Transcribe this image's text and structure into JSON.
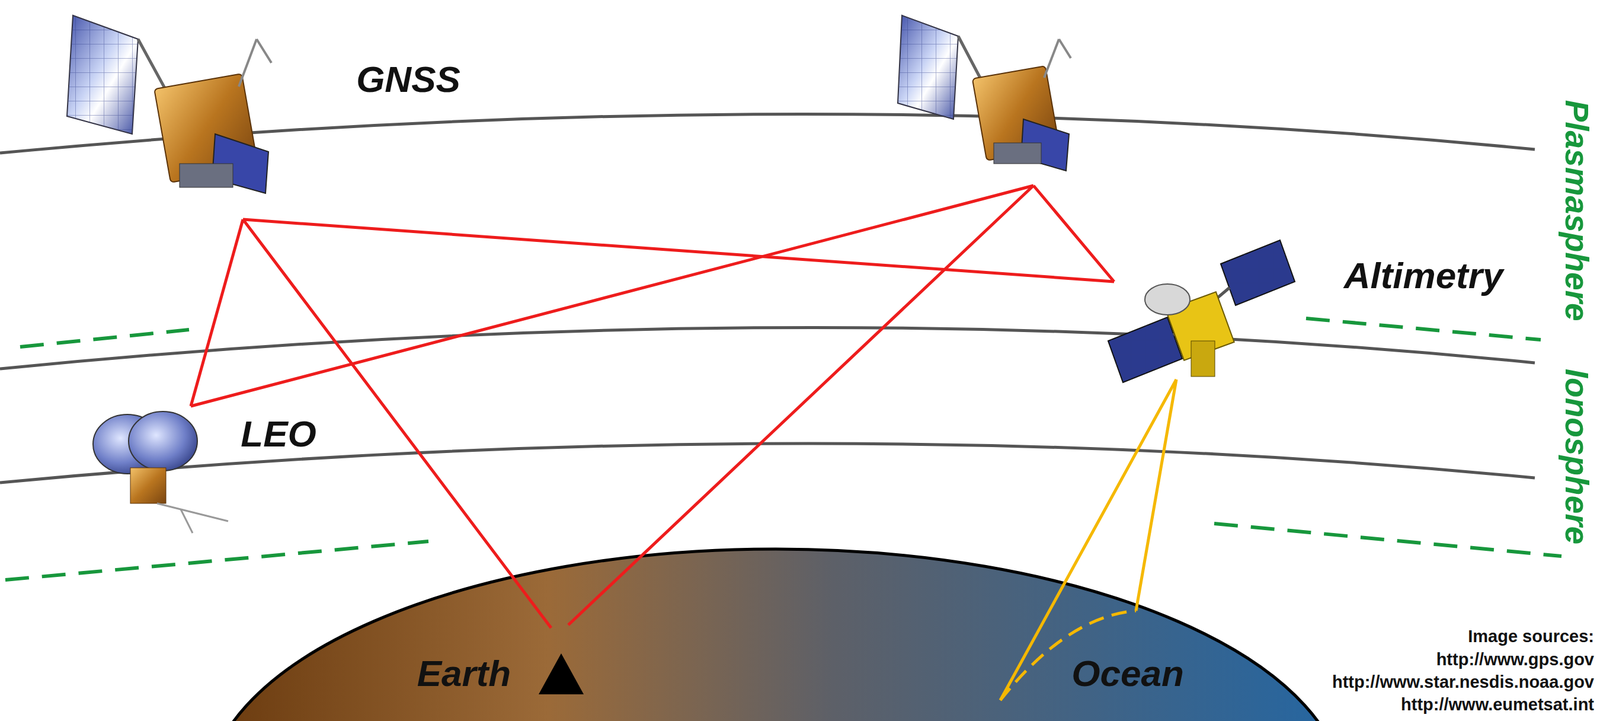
{
  "diagram": {
    "labels": [
      "GNSS",
      "Altimetry",
      "LEO",
      "Earth",
      "Ocean",
      "Plasmasphere",
      "Ionosphere",
      "Image sources:",
      "http://www.gps.gov",
      "http://www.star.nesdis.noaa.gov",
      "http://www.eumetsat.int"
    ]
  }
}
